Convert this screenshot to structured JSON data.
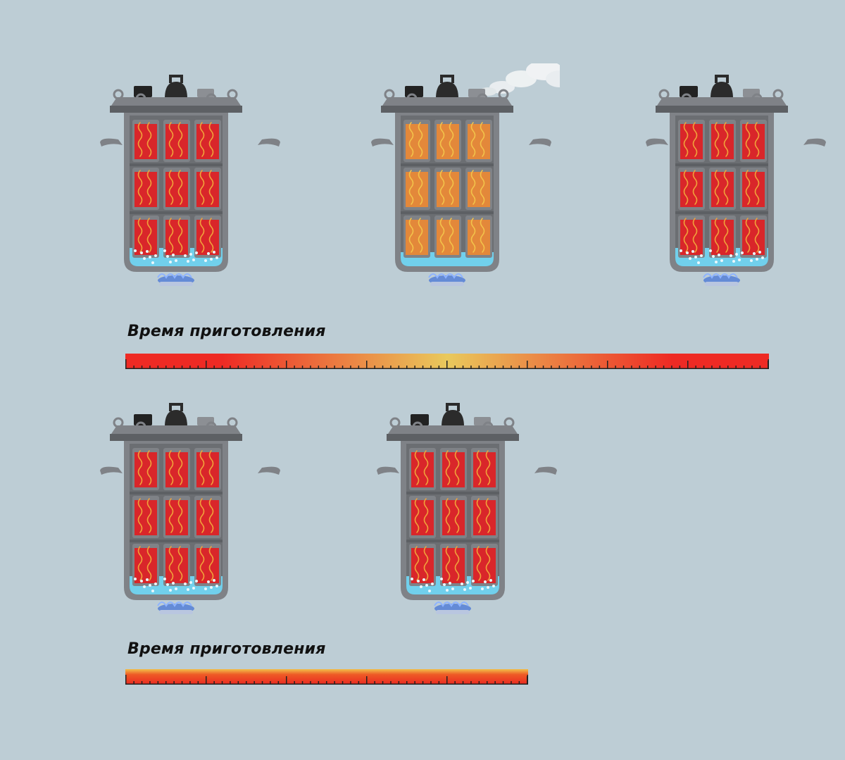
{
  "colors": {
    "background": "#bdcdd5",
    "pot_body": "#7f8287",
    "pot_dark": "#5d6064",
    "jar_hot": "#d9262a",
    "jar_cooled": "#e3883a",
    "water": "#71d0ec",
    "steam_wave": "#f2c24a",
    "flame": "#3f6fd6",
    "bar_hot": "#ee2a24",
    "bar_mid": "#e9c95c",
    "bar_warm": "#ee7a2a"
  },
  "scenarios": [
    {
      "label": "Время приготовления",
      "pots": [
        {
          "state": "hot",
          "steam_release": false
        },
        {
          "state": "cooled",
          "steam_release": true
        },
        {
          "state": "hot",
          "steam_release": false
        }
      ],
      "bar_profile": "hot-cool-hot"
    },
    {
      "label": "Время приготовления",
      "pots": [
        {
          "state": "hot",
          "steam_release": false
        },
        {
          "state": "hot",
          "steam_release": false
        }
      ],
      "bar_profile": "steady"
    }
  ]
}
